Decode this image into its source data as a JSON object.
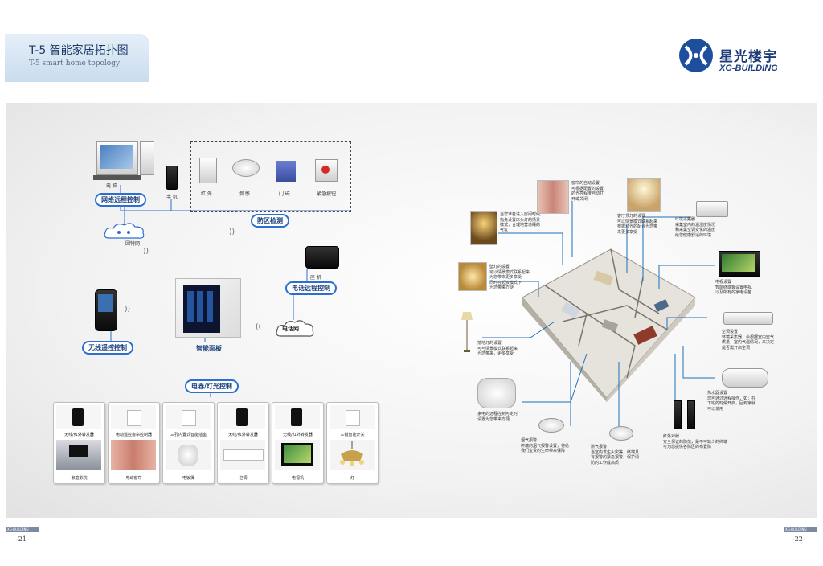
{
  "header": {
    "title_cn": "T-5 智能家居拓扑图",
    "title_en": "T-5 smart home topology"
  },
  "logo": {
    "brand_cn": "星光楼宇",
    "brand_en": "XG-BUILDING",
    "icon": "xg-logo-icon"
  },
  "left": {
    "computer_label": "电 脑",
    "phone_label": "手 机",
    "network_pill": "网络远程控制",
    "internet_label": "因特网",
    "security_devices": [
      "红 外",
      "烟 感",
      "门 磁",
      "紧急按钮"
    ],
    "security_pill": "防区检测",
    "landline_label": "座 机",
    "phone_pill": "电话远程控制",
    "phone_net_label": "电话网",
    "wireless_pill": "无线遥控控制",
    "panel_label": "智能面板",
    "appliance_pill": "电器/灯光控制",
    "cards": [
      {
        "top": "无线/红外转发器",
        "bottom": "家庭影院"
      },
      {
        "top": "电动遥控窗帘控制器",
        "bottom": "电动窗帘"
      },
      {
        "top": "三孔内置式智能插座",
        "bottom": "电饭煲"
      },
      {
        "top": "无线/红外转发器",
        "bottom": "空调"
      },
      {
        "top": "无线/红外转发器",
        "bottom": "电视机"
      },
      {
        "top": "三键智能开关",
        "bottom": "灯"
      }
    ]
  },
  "right": {
    "notes": {
      "sleep": "当您准备进入房间时候,\n指先设置床头灯的情景\n模式，合理地营造睡的\n气氛",
      "curtain": "窗帘的自动设置\n可根据配置的设置\n的光亮程度自动打\n开或关闭",
      "ceiling": "客厅顶灯的设置\n可以情景模式联系起来\n根据灯光的配合为您带\n来更多享受",
      "env": "环境采集器\n采集室内的温湿度情况\n和采集空调变化的温度\n给您健康舒适的环境",
      "wall": "壁灯的设置\n可以情景模式联系起来\n为您带来更多享受\n同时在起夜模式下,\n为您带来方便",
      "tv": "电视设置\n智能终端客设置电视,\n以及所有的家电设备",
      "floor": "落地灯的设置\n可与情景模式联系起来\n为您带来，更多享受",
      "ac": "空调设置\n环境采集器，会根据室内空气\n质量，室内气温情况，来决定\n是否需开启空调",
      "rice": "家电的远程控制可定时\n设置为您带来方便",
      "smoke": "烟气报警\n终端的烟气报警设置，将给\n我们宝贵的生命带来保障",
      "gas": "燃气报警\n当室内发生火灾等，终端具\n有报警的紧急报警，保护消\n防的工作成高质",
      "ir": "红外对射\n安全保证的防范，是不可缺少的终端\n可为您提供各防区的布置防",
      "heater": "热水器设置\n您可通过远程操作，如：在\n下班的时候开启，回到家就\n可以使用"
    }
  },
  "footer": {
    "left_page": "-21-",
    "right_page": "-22-",
    "tag": "XG-BUILDING"
  }
}
